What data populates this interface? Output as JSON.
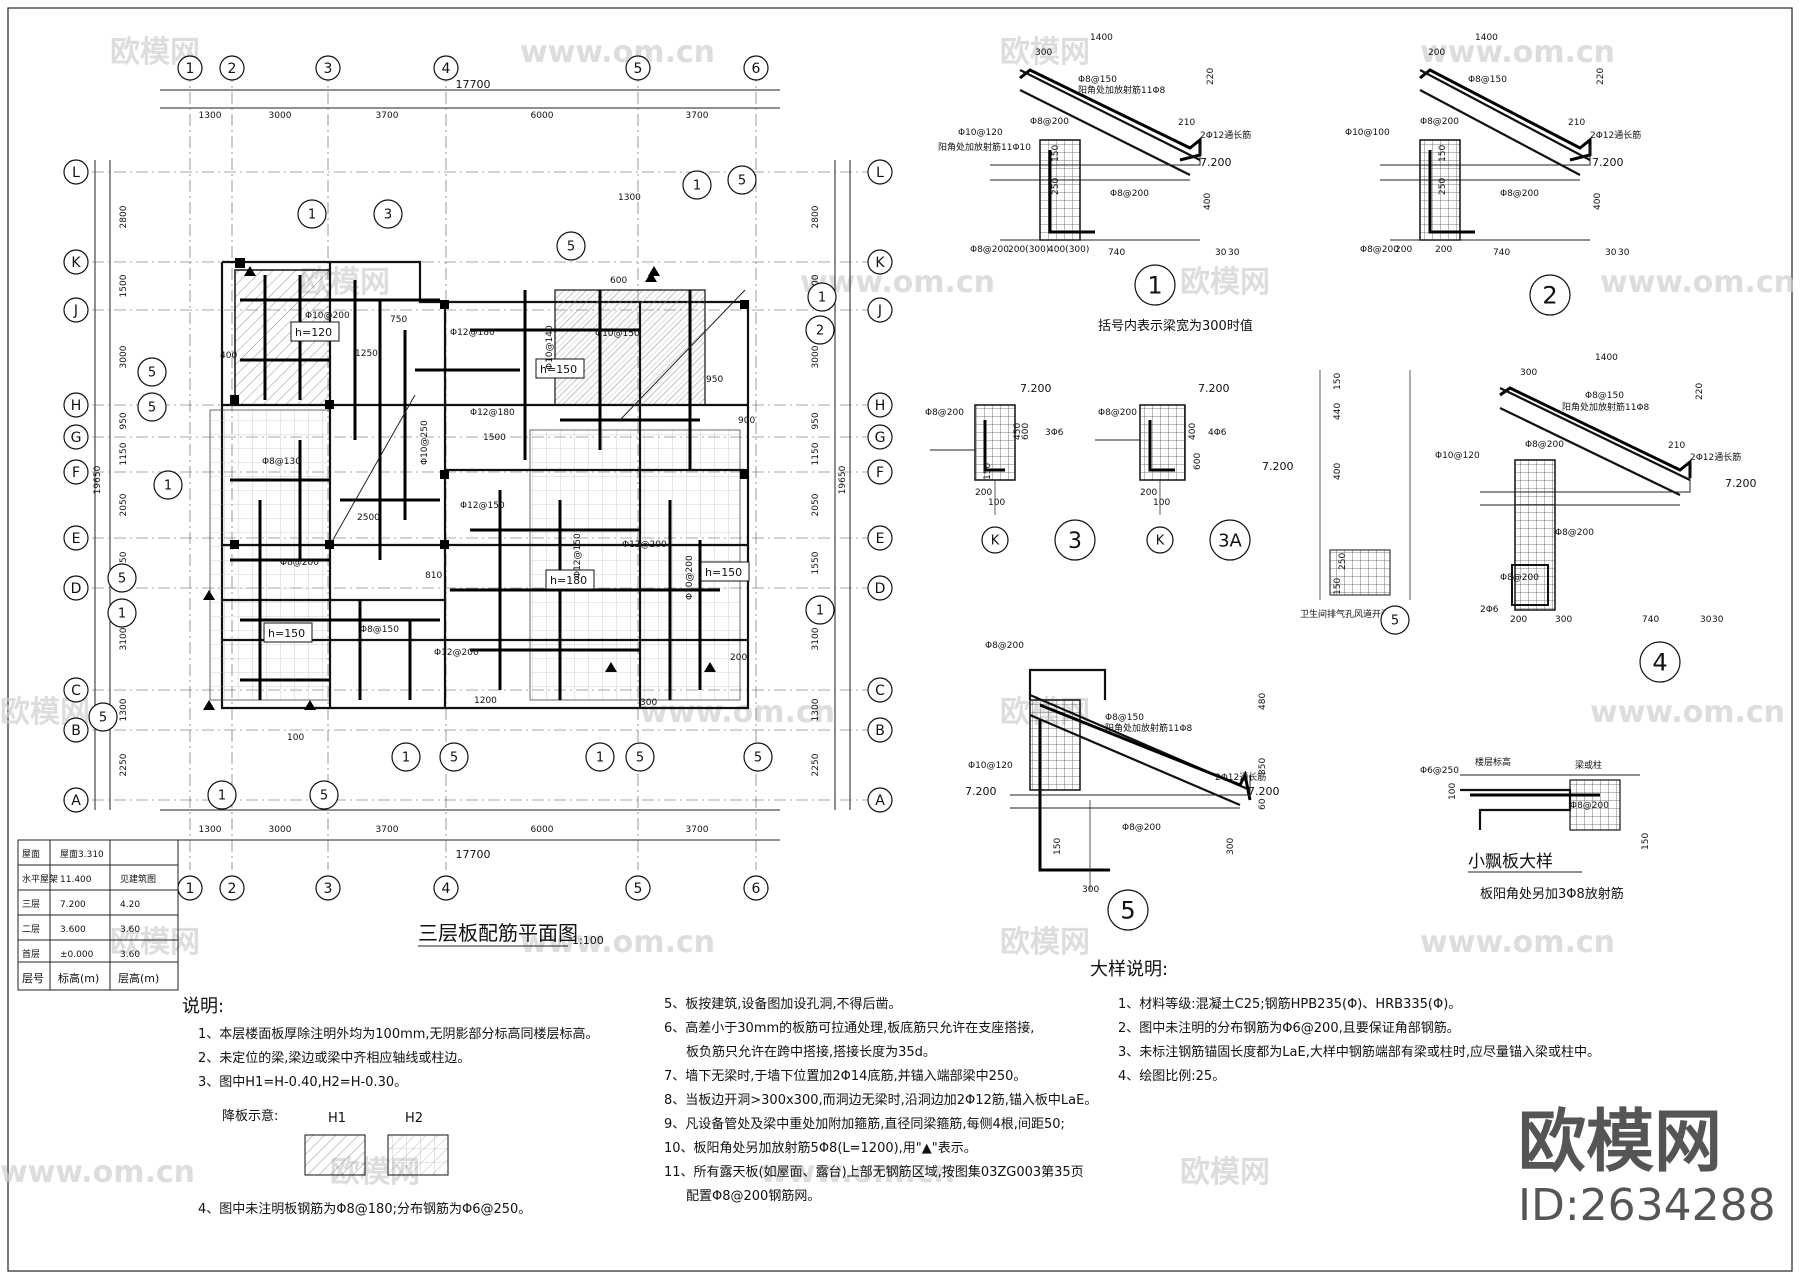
{
  "watermarks": [
    "欧模网",
    "www.om.cn"
  ],
  "brand": {
    "logo_text": "欧模网",
    "id_text": "ID:2634288"
  },
  "plan": {
    "title": "三层板配筋平面图",
    "scale": "1:100",
    "top_axes": [
      "1",
      "2",
      "3",
      "4",
      "5",
      "6"
    ],
    "side_axes": [
      "L",
      "K",
      "J",
      "H",
      "G",
      "F",
      "E",
      "D",
      "C",
      "B",
      "A"
    ],
    "total_width": "17700",
    "total_height": "19650",
    "top_dims": [
      "1300",
      "3000",
      "3700",
      "6000",
      "3700"
    ],
    "left_dims": [
      "2800",
      "1500",
      "3000",
      "950",
      "1150",
      "2050",
      "1550",
      "3100",
      "1300",
      "2250"
    ],
    "slab_labels": [
      "h=120",
      "h=150",
      "h=180",
      "h=150",
      "h=150"
    ],
    "rebar_labels": [
      "Φ10@200",
      "Φ12@180",
      "Φ10@150",
      "Φ12@180",
      "Φ10@140",
      "Φ12@150",
      "Φ12@200",
      "Φ8@150",
      "Φ12@200",
      "Φ10@200",
      "Φ8@130",
      "Φ8@200",
      "Φ10@250",
      "Φ12@150"
    ],
    "local_dims": [
      "1300",
      "1250",
      "750",
      "2500",
      "810",
      "1200",
      "1500",
      "900",
      "950",
      "400",
      "600",
      "300",
      "200",
      "100"
    ],
    "callout_numbers": [
      "1",
      "2",
      "3",
      "3A",
      "5"
    ],
    "elevation_table": {
      "rows": [
        {
          "floor": "屋面",
          "elev": "屋面3.310",
          "height": ""
        },
        {
          "floor": "水平屋架",
          "elev": "11.400",
          "height": "见建筑图"
        },
        {
          "floor": "三层",
          "elev": "7.200",
          "height": "4.20"
        },
        {
          "floor": "二层",
          "elev": "3.600",
          "height": "3.60"
        },
        {
          "floor": "首层",
          "elev": "±0.000",
          "height": "3.60"
        }
      ],
      "header": {
        "floor": "层号",
        "elev": "标高(m)",
        "height": "层高(m)"
      }
    }
  },
  "details": {
    "d1": {
      "num": "1",
      "caption": "括号内表示梁宽为300时值",
      "dims": [
        "1400",
        "300",
        "220",
        "210",
        "150",
        "250",
        "400",
        "740",
        "30",
        "30",
        "200(300)",
        "400(300)"
      ],
      "elev": "7.200",
      "rebars": [
        "Φ8@150",
        "Φ8@200",
        "Φ10@120",
        "2Φ12通长筋",
        "Φ8@200",
        "Φ8@200"
      ],
      "notes": [
        "阳角处加放射筋11Φ8",
        "阳角处加放射筋11Φ10"
      ]
    },
    "d2": {
      "num": "2",
      "dims": [
        "1400",
        "200",
        "220",
        "210",
        "150",
        "250",
        "400",
        "740",
        "30",
        "30",
        "200",
        "200"
      ],
      "elev": "7.200",
      "rebars": [
        "Φ8@150",
        "Φ8@200",
        "Φ10@100",
        "2Φ12通长筋",
        "Φ8@200",
        "Φ8@200"
      ]
    },
    "d3": {
      "num": "3",
      "elev": "7.200",
      "axis": "K",
      "rebars": [
        "Φ8@200",
        "3Φ6"
      ],
      "dims": [
        "200",
        "100",
        "450",
        "150",
        "600"
      ]
    },
    "d3a": {
      "num": "3A",
      "elev": "7.200",
      "axis": "K",
      "rebars": [
        "Φ8@200",
        "4Φ6"
      ],
      "dims": [
        "200",
        "100",
        "400",
        "600"
      ]
    },
    "d4": {
      "num": "4",
      "elev": "7.200",
      "dims": [
        "1400",
        "300",
        "220",
        "210",
        "150",
        "440",
        "400",
        "250",
        "150",
        "200",
        "300",
        "740",
        "30",
        "30"
      ],
      "rebars": [
        "Φ8@150",
        "Φ8@200",
        "Φ10@120",
        "2Φ12通长筋",
        "Φ8@200",
        "Φ8@200",
        "2Φ6"
      ],
      "notes": [
        "卫生间排气孔风道开洞",
        "阳角处加放射筋11Φ8"
      ]
    },
    "d5": {
      "num": "5",
      "elev": "7.200",
      "dims": [
        "480",
        "300",
        "350",
        "60",
        "150",
        "300"
      ],
      "rebars": [
        "Φ8@200",
        "Φ8@150",
        "Φ10@120",
        "2Φ12通长筋",
        "Φ8@200"
      ],
      "notes": [
        "阳角处加放射筋11Φ8"
      ]
    },
    "small_canopy": {
      "title": "小飘板大样",
      "note": "板阳角处另加3Φ8放射筋",
      "rebars": [
        "Φ6@250",
        "Φ8@200"
      ],
      "labels": [
        "楼层标高",
        "梁或柱"
      ],
      "dims": [
        "100",
        "150"
      ]
    }
  },
  "notes_left": {
    "title": "说明:",
    "items": [
      "1、本层楼面板厚除注明外均为100mm,无阴影部分标高同楼层标高。",
      "2、未定位的梁,梁边或梁中齐相应轴线或柱边。",
      "3、图中H1=H-0.40,H2=H-0.30。",
      "4、图中未注明板钢筋为Φ8@180;分布钢筋为Φ6@250。"
    ],
    "legend_title": "降板示意:",
    "legend_h1": "H1",
    "legend_h2": "H2"
  },
  "notes_mid": {
    "items": [
      "5、板按建筑,设备图加设孔洞,不得后凿。",
      "6、高差小于30mm的板筋可拉通处理,板底筋只允许在支座搭接,",
      "板负筋只允许在跨中搭接,搭接长度为35d。",
      "7、墙下无梁时,于墙下位置加2Φ14底筋,并锚入端部梁中250。",
      "8、当板边开洞>300x300,而洞边无梁时,沿洞边加2Φ12筋,锚入板中LaE。",
      "9、凡设备管处及梁中重处加附加箍筋,直径同梁箍筋,每侧4根,间距50;",
      "10、板阳角处另加放射筋5Φ8(L=1200),用\"▲\"表示。",
      "11、所有露天板(如屋面、露台)上部无钢筋区域,按图集03ZG003第35页",
      "配置Φ8@200钢筋网。"
    ]
  },
  "notes_right": {
    "title": "大样说明:",
    "items": [
      "1、材料等级:混凝土C25;钢筋HPB235(Φ)、HRB335(Φ)。",
      "2、图中未注明的分布钢筋为Φ6@200,且要保证角部钢筋。",
      "3、未标注钢筋锚固长度都为LaE,大样中钢筋端部有梁或柱时,应尽量锚入梁或柱中。",
      "4、绘图比例:25。"
    ]
  }
}
